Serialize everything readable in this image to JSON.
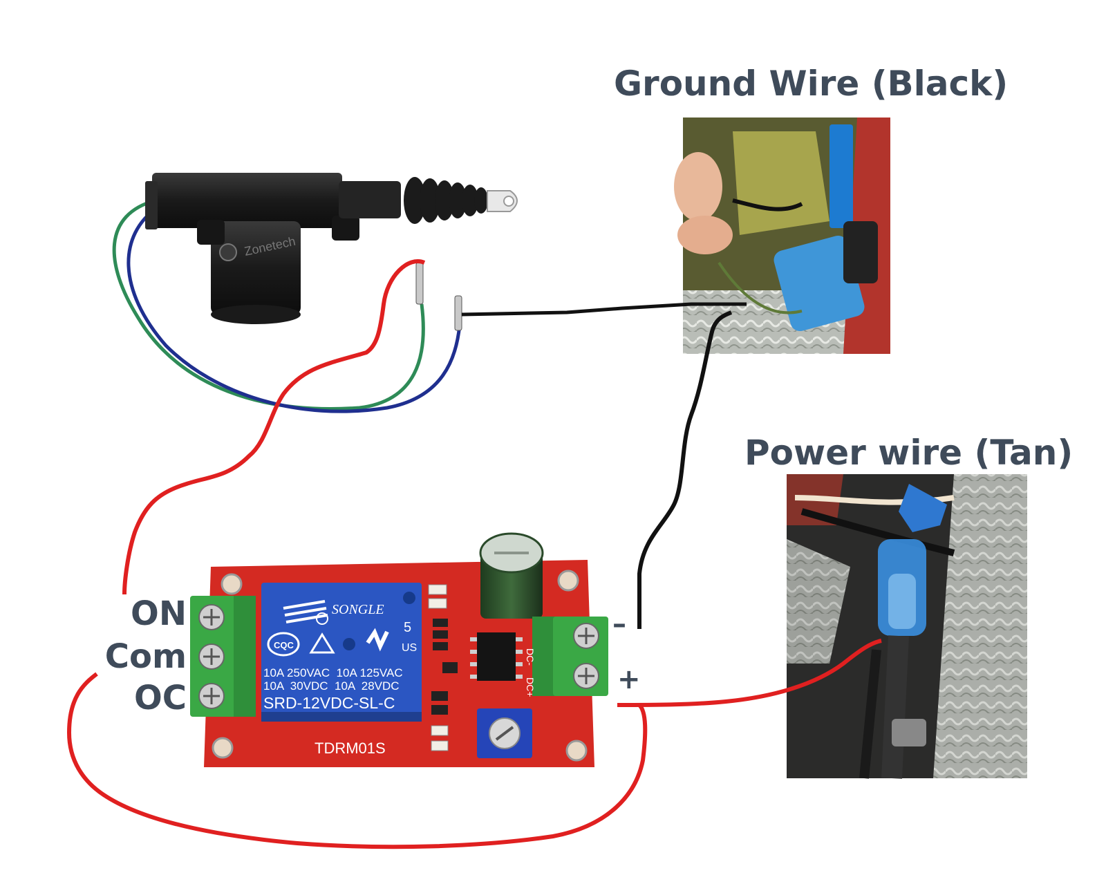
{
  "labels": {
    "ground_title": "Ground Wire (Black)",
    "power_title": "Power wire (Tan)",
    "terminal_on": "ON",
    "terminal_com": "Com",
    "terminal_oc": "OC",
    "minus": "–",
    "plus": "+"
  },
  "actuator": {
    "brand": "Zonetech"
  },
  "relay_module": {
    "relay_brand": "SONGLE",
    "ratings": [
      "10A 250VAC  10A 125VAC",
      "10A  30VDC  10A  28VDC"
    ],
    "relay_model": "SRD-12VDC-SL-C",
    "board_model": "TDRM01S",
    "dc_minus": "DC-",
    "dc_plus": "DC+",
    "cert_number": "5",
    "cert_us": "US",
    "cert_cqc": "CQC"
  },
  "colors": {
    "text": "#3f4b5a",
    "red_wire": "#e02020",
    "black_wire": "#111111",
    "green_wire": "#2e8b57",
    "blue_wire": "#1f2f8f",
    "pcb": "#d42a22",
    "relay": "#2b56c2",
    "terminal": "#3aa845"
  }
}
